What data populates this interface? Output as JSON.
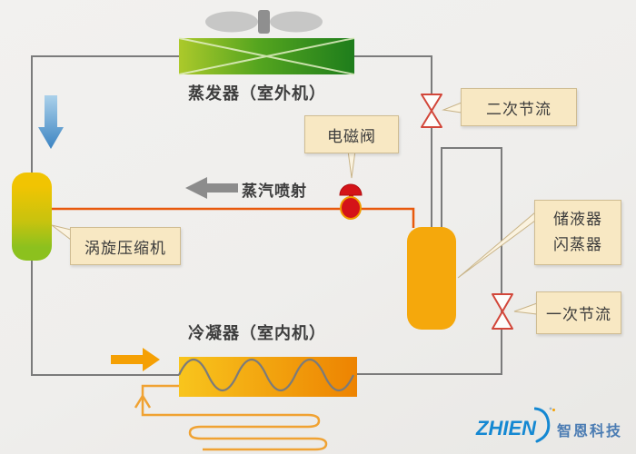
{
  "labels": {
    "evaporator": "蒸发器（室外机）",
    "solenoid_valve": "电磁阀",
    "vapor_injection": "蒸汽喷射",
    "compressor": "涡旋压缩机",
    "secondary_throttle": "二次节流",
    "receiver": "储液器",
    "flash_tank": "闪蒸器",
    "primary_throttle": "一次节流",
    "condenser": "冷凝器（室内机）"
  },
  "logo": {
    "brand": "ZHIEN",
    "company": "智恩科技"
  },
  "colors": {
    "pipe_gray": "#7b7b7b",
    "injection_line_orange": "#e8590c",
    "coil_orange": "#f0a232",
    "evaporator_green_light": "#a6c92d",
    "evaporator_green_dark": "#1e7d1c",
    "compressor_yellow": "#f1c402",
    "compressor_green": "#8cc11e",
    "tank_orange": "#f5a80c",
    "condenser_light": "#f8c51d",
    "condenser_dark": "#ed8301",
    "throttle_valve_red": "#d2473a",
    "solenoid_red": "#d41318",
    "arrow_blue": "#3c84c2",
    "arrow_gray": "#8c8c8c",
    "arrow_orange": "#f5a004",
    "fan_gray": "#c7c7c6",
    "callout_bg": "#f8e8c3",
    "logo_blue": "#1488d2"
  }
}
